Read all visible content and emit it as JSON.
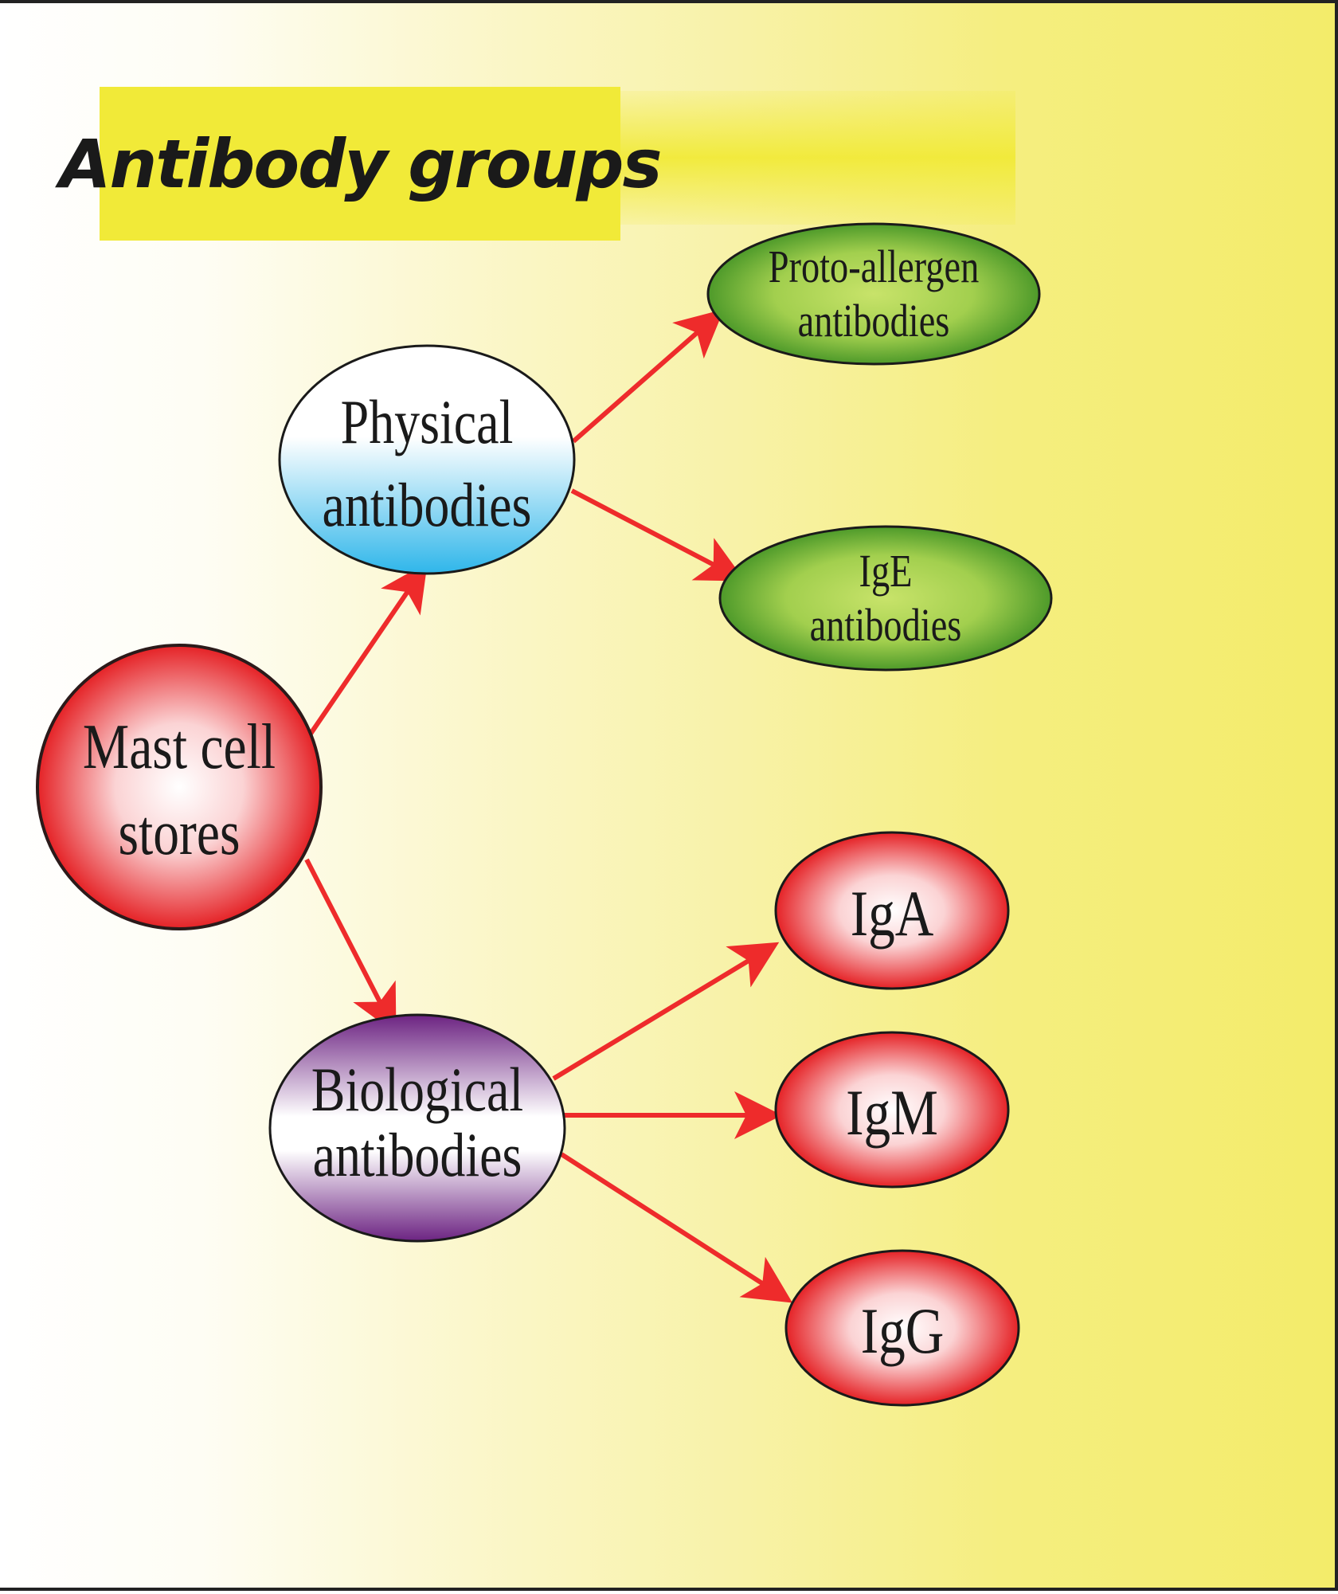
{
  "title": "Antibody groups",
  "nodes": {
    "root": {
      "lines": [
        "Mast cell",
        "stores"
      ]
    },
    "physical": {
      "lines": [
        "Physical",
        "antibodies"
      ]
    },
    "biological": {
      "lines": [
        "Biological",
        "antibodies"
      ]
    },
    "proto": {
      "lines": [
        "Proto-allergen",
        "antibodies"
      ]
    },
    "ige": {
      "lines": [
        "IgE",
        "antibodies"
      ]
    },
    "iga": {
      "lines": [
        "IgA"
      ]
    },
    "igm": {
      "lines": [
        "IgM"
      ]
    },
    "igg": {
      "lines": [
        "IgG"
      ]
    }
  },
  "edges": [
    {
      "from": "root",
      "to": "physical"
    },
    {
      "from": "root",
      "to": "biological"
    },
    {
      "from": "physical",
      "to": "proto"
    },
    {
      "from": "physical",
      "to": "ige"
    },
    {
      "from": "biological",
      "to": "iga"
    },
    {
      "from": "biological",
      "to": "igm"
    },
    {
      "from": "biological",
      "to": "igg"
    }
  ],
  "colors": {
    "arrow": "#ee2b2b",
    "red_node": "#e52226",
    "blue_node": "#2fb6ea",
    "purple_node": "#6c2382",
    "green_node": "#5aa02c",
    "title_bg": "#f1ea38"
  }
}
